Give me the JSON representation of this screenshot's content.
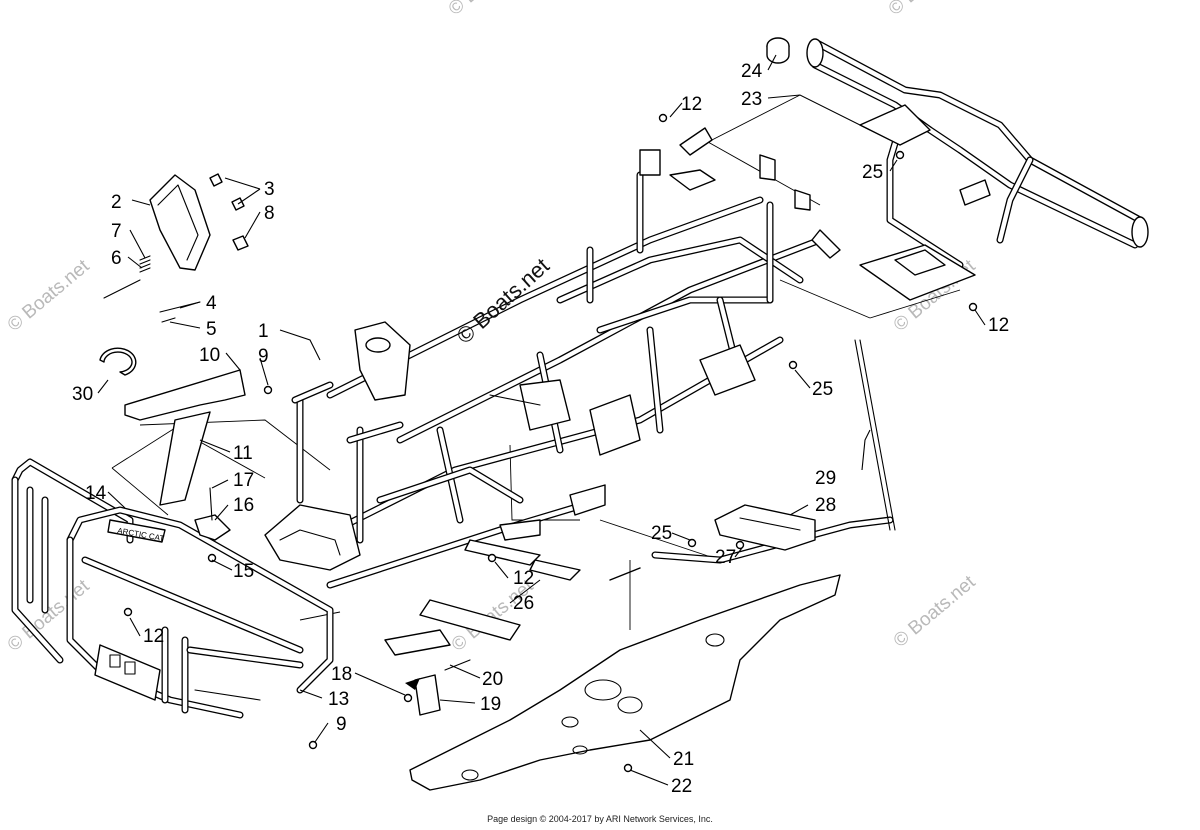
{
  "watermark": {
    "main_text": "© Boats.net",
    "tile_text": "© Boats.net"
  },
  "brand_plate_text": "ARCTIC CAT",
  "callouts": [
    {
      "id": "c24",
      "label": "24"
    },
    {
      "id": "c23",
      "label": "23"
    },
    {
      "id": "c12a",
      "label": "12"
    },
    {
      "id": "c25a",
      "label": "25"
    },
    {
      "id": "c3",
      "label": "3"
    },
    {
      "id": "c2",
      "label": "2"
    },
    {
      "id": "c8",
      "label": "8"
    },
    {
      "id": "c7",
      "label": "7"
    },
    {
      "id": "c6",
      "label": "6"
    },
    {
      "id": "c4",
      "label": "4"
    },
    {
      "id": "c5",
      "label": "5"
    },
    {
      "id": "c12b",
      "label": "12"
    },
    {
      "id": "c1",
      "label": "1"
    },
    {
      "id": "c10",
      "label": "10"
    },
    {
      "id": "c9a",
      "label": "9"
    },
    {
      "id": "c30",
      "label": "30"
    },
    {
      "id": "c25b",
      "label": "25"
    },
    {
      "id": "c11",
      "label": "11"
    },
    {
      "id": "c17",
      "label": "17"
    },
    {
      "id": "c14",
      "label": "14"
    },
    {
      "id": "c16",
      "label": "16"
    },
    {
      "id": "c29",
      "label": "29"
    },
    {
      "id": "c28",
      "label": "28"
    },
    {
      "id": "c25c",
      "label": "25"
    },
    {
      "id": "c27",
      "label": "27"
    },
    {
      "id": "c15",
      "label": "15"
    },
    {
      "id": "c12c",
      "label": "12"
    },
    {
      "id": "c26",
      "label": "26"
    },
    {
      "id": "c12d",
      "label": "12"
    },
    {
      "id": "c20",
      "label": "20"
    },
    {
      "id": "c18",
      "label": "18"
    },
    {
      "id": "c19",
      "label": "19"
    },
    {
      "id": "c13",
      "label": "13"
    },
    {
      "id": "c9b",
      "label": "9"
    },
    {
      "id": "c21",
      "label": "21"
    },
    {
      "id": "c22",
      "label": "22"
    }
  ],
  "footer_text": "Page design © 2004-2017 by ARI Network Services, Inc."
}
